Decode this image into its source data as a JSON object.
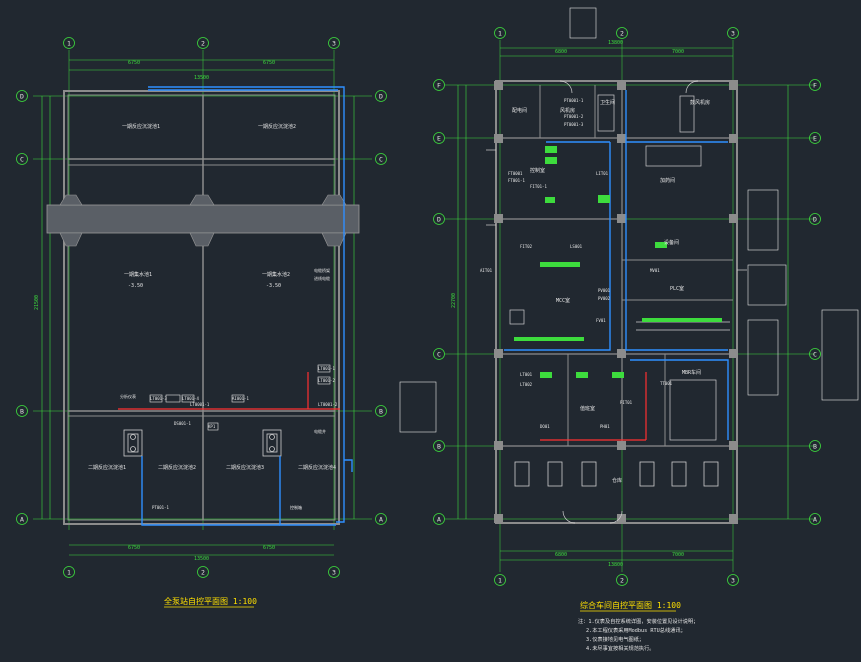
{
  "colors": {
    "background": "#212830",
    "grid_bubble": "#3ddc3d",
    "wall": "#8c8c8c",
    "cable_blue": "#2f8fff",
    "cable_red": "#ff3030",
    "label_white": "#e6e6e6",
    "title_yellow": "#ffe000"
  },
  "left_plan": {
    "title": "全泵站自控平面图 1:100",
    "axis_numbers": [
      "1",
      "2",
      "3"
    ],
    "axis_letters": [
      "D",
      "C",
      "B",
      "A"
    ],
    "dim_top": [
      "6750",
      "6750"
    ],
    "dim_top_total": "13500",
    "dim_bottom": [
      "6750",
      "6750"
    ],
    "dim_bottom_total": "13500",
    "dim_side_total": "21500",
    "rooms": [
      "一期反应沉淀池1",
      "一期反应沉淀池2",
      "一期集水池1",
      "一期集水池2",
      "二期反应沉淀池1",
      "二期反应沉淀池2",
      "二期反应沉淀池3",
      "二期反应沉淀池4"
    ],
    "elevations": [
      "-3.50",
      "-3.50"
    ],
    "tags": [
      "LT001-1",
      "LT001-2",
      "LT001-3",
      "LT001-4",
      "LT0001-1",
      "LT0001-2",
      "DS001-1",
      "AI001-1",
      "KP1",
      "PT001-1"
    ],
    "notes": [
      "电缆桥架",
      "进线电缆",
      "分析仪表",
      "电缆井",
      "控制箱"
    ]
  },
  "right_plan": {
    "title": "综合车间自控平面图 1:100",
    "axis_numbers": [
      "1",
      "2",
      "3"
    ],
    "axis_letters": [
      "F",
      "E",
      "D",
      "C",
      "B",
      "A"
    ],
    "dim_top": [
      "6800",
      "7000"
    ],
    "dim_top_total": "13800",
    "dim_bottom": [
      "6800",
      "7000"
    ],
    "dim_bottom_total": "13800",
    "dim_side_total": "22700",
    "rooms": [
      "配电间",
      "风机房",
      "控制室",
      "加药间",
      "MCC室",
      "PLC室",
      "MBR车间",
      "值班室",
      "鼓风机房",
      "卫生间",
      "仓库",
      "设备间"
    ],
    "tags": [
      "PT0001-1",
      "PT0001-2",
      "PT0001-3",
      "FT0001",
      "FT001-1",
      "FIT01-1",
      "LIT01",
      "FIT02",
      "LS001",
      "AIT01",
      "PV001",
      "PV002",
      "MV01",
      "FV01",
      "LT001",
      "LT002",
      "TT001",
      "PIT01",
      "DO01",
      "PH01"
    ],
    "notes": [
      "注：1.仪表及自控系统详图，安装位置见设计说明；",
      "2.本工程仪表采用Modbus RTU总线通讯；",
      "3.仪表接地见电气图纸；",
      "4.未尽事宜按相关规范执行。"
    ]
  }
}
